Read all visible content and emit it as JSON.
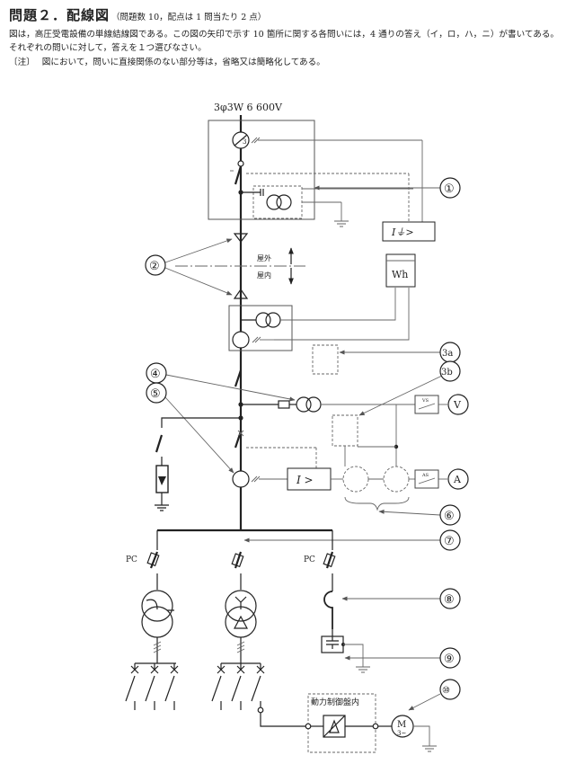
{
  "header": {
    "title": "問題２．配線図",
    "title_note": "（問題数 10，配点は 1 問当たり 2 点）",
    "description": "図は，高圧受電設備の単線結線図である。この図の矢印で示す 10 箇所に関する各問いには，4 通りの答え（イ，ロ，ハ，ニ）が書いてある。それぞれの問いに対して，答えを１つ選びなさい。",
    "note_label": "〔注〕",
    "note_text": "図において，問いに直接関係のない部分等は，省略又は簡略化してある。"
  },
  "diagram": {
    "supply_label": "3φ3W  6 600V",
    "outdoor_label": "屋外",
    "indoor_label": "屋内",
    "wh_label": "Wh",
    "ground_relay_label": "I⏚>",
    "overcurrent_relay_label": "I >",
    "vs_label": "VS",
    "as_label": "AS",
    "voltmeter_label": "V",
    "ammeter_label": "A",
    "pc_label": "PC",
    "control_panel_label": "動力制御盤内",
    "motor_label": "M",
    "motor_sub_label": "3~",
    "ratio_label": "3",
    "callouts": [
      "①",
      "②",
      "3a",
      "3b",
      "④",
      "⑤",
      "⑥",
      "⑦",
      "⑧",
      "⑨",
      "⑩"
    ]
  }
}
